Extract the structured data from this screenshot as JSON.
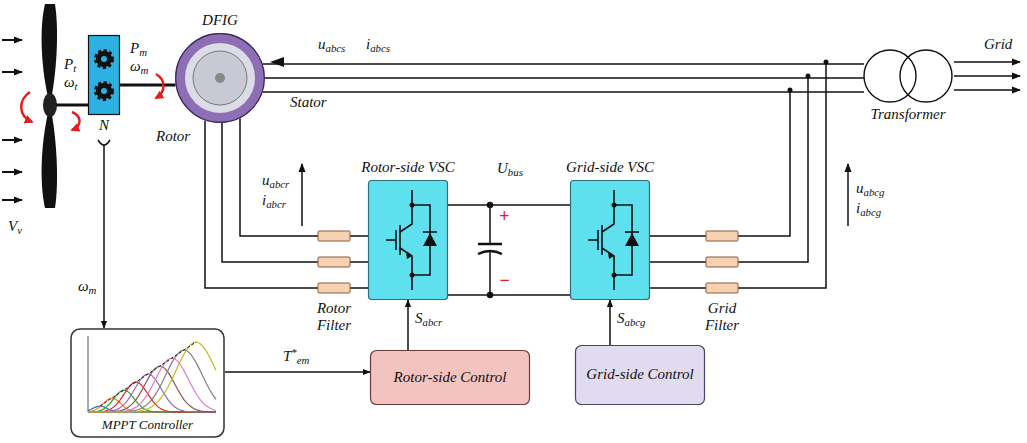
{
  "diagram": {
    "nodes": [
      {
        "text": [
          "N"
        ]
      },
      {
        "text": [
          "DFIG"
        ]
      },
      {
        "text": [
          "Rotor-side VSC"
        ]
      },
      {
        "text": [
          "Grid-side VSC"
        ]
      },
      {
        "text": [
          "Transformer"
        ]
      },
      {
        "text": [
          "MPPT Controller"
        ]
      },
      {
        "text": [
          "Rotor-side Control"
        ]
      },
      {
        "text": [
          "Grid-side Control"
        ]
      }
    ],
    "edges": [
      {
        "from": 0,
        "to": 1,
        "arrow": "none"
      },
      {
        "from": 1,
        "to": 4,
        "arrow": "none"
      },
      {
        "from": 1,
        "to": 2,
        "arrow": "none"
      },
      {
        "from": 2,
        "to": 3,
        "arrow": "none"
      },
      {
        "from": 3,
        "to": 4,
        "arrow": "none"
      },
      {
        "from": 0,
        "to": 5,
        "label": "ωm",
        "arrow": "to"
      },
      {
        "from": 5,
        "to": 6,
        "label": "T*em",
        "arrow": "to"
      },
      {
        "from": 6,
        "to": 2,
        "label": "Sabcr",
        "arrow": "to"
      },
      {
        "from": 7,
        "to": 3,
        "label": "Sabcg",
        "arrow": "to"
      }
    ],
    "labels": [
      "Pt",
      "ωt",
      "Pm",
      "ωm",
      "uabcs",
      "iabcs",
      "Stator",
      "Rotor",
      "Grid",
      "Vv",
      "uabcr",
      "iabcr",
      "Ubus",
      "+",
      "−",
      "Rotor Filter",
      "Grid Filter",
      "uabcg",
      "iabcg"
    ]
  }
}
